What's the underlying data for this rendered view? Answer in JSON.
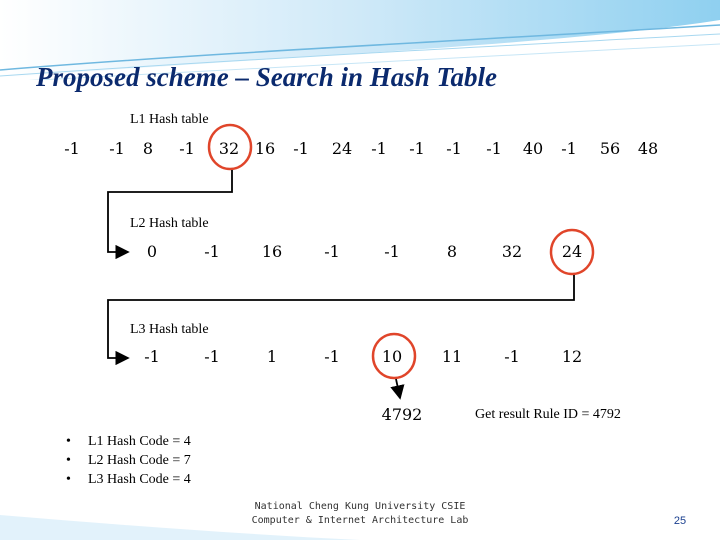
{
  "title": "Proposed scheme – Search in Hash Table",
  "l1": {
    "label": "L1 Hash table",
    "cells": [
      "-1",
      "-1",
      "8",
      "-1",
      "32",
      "16",
      "-1",
      "24",
      "-1",
      "-1",
      "-1",
      "-1",
      "40",
      "-1",
      "56",
      "48"
    ]
  },
  "l2": {
    "label": "L2 Hash table",
    "cells": [
      "0",
      "-1",
      "16",
      "-1",
      "-1",
      "8",
      "32",
      "24"
    ]
  },
  "l3": {
    "label": "L3 Hash table",
    "cells": [
      "-1",
      "-1",
      "1",
      "-1",
      "10",
      "11",
      "-1",
      "12"
    ]
  },
  "result_value": "4792",
  "result_text": "Get result Rule ID = 4792",
  "bullets": [
    "L1 Hash Code = 4",
    "L2 Hash Code = 7",
    "L3 Hash Code = 4"
  ],
  "footer": {
    "line1": "National Cheng Kung University CSIE",
    "line2": "Computer & Internet Architecture Lab"
  },
  "page_number": "25",
  "colors": {
    "title": "#0b2a6e",
    "circle": "#e0452a",
    "arrow": "#000000",
    "header_wave": "#7fc4ea"
  }
}
